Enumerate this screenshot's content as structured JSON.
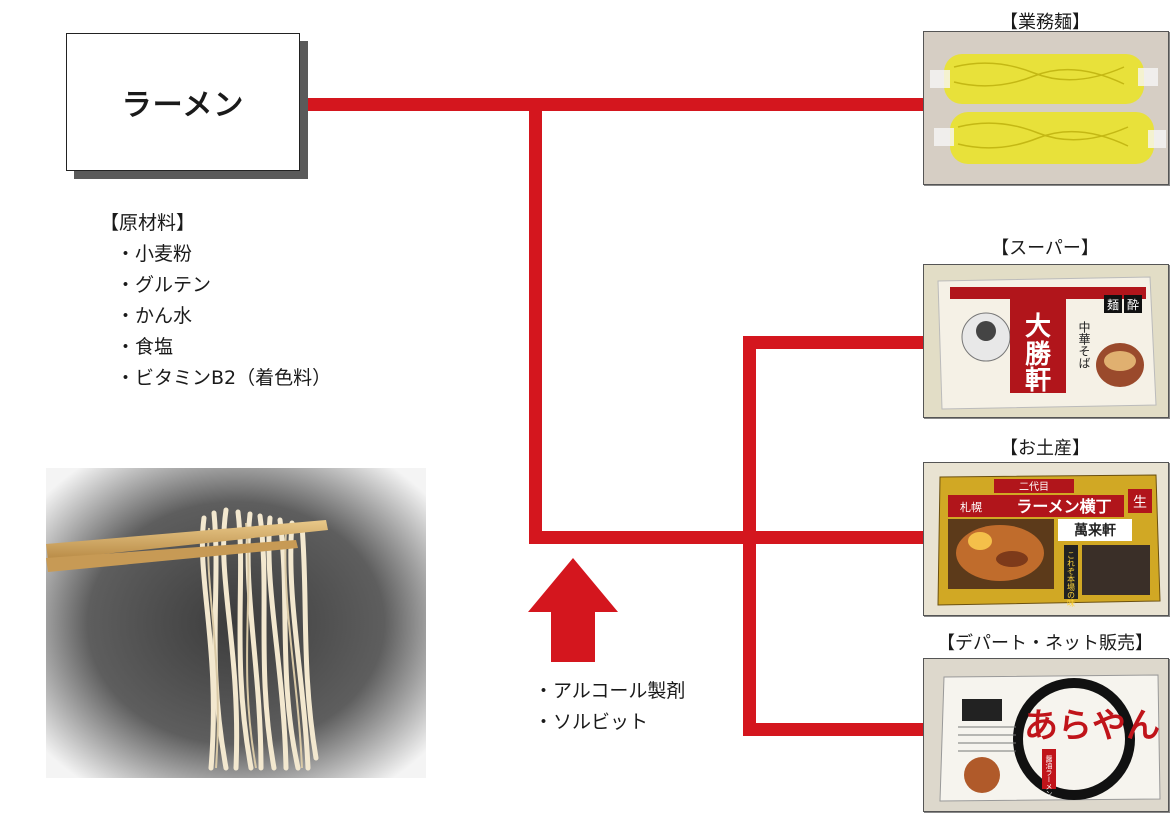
{
  "main_product": {
    "label": "ラーメン"
  },
  "ingredients": {
    "heading": "【原材料】",
    "items": [
      "・小麦粉",
      "・グルテン",
      "・かん水",
      "・食塩",
      "・ビタミンB2（着色料）"
    ]
  },
  "additives": {
    "items": [
      "・アルコール製剤",
      "・ソルビット"
    ]
  },
  "channels": [
    {
      "label": "【業務麺】"
    },
    {
      "label": "【スーパー】",
      "package_text": [
        "麺",
        "酔",
        "大",
        "勝",
        "軒",
        "中華そば"
      ]
    },
    {
      "label": "【お土産】",
      "package_text": [
        "二代目",
        "札幌",
        "ラーメン横丁",
        "萬来軒",
        "これぞ本場の味",
        "生"
      ]
    },
    {
      "label": "【デパート・ネット販売】",
      "package_text": [
        "あらやん",
        "醤油ラーメン"
      ]
    }
  ],
  "colors": {
    "flow_line": "#d4161e",
    "arrow": "#d4161e"
  }
}
